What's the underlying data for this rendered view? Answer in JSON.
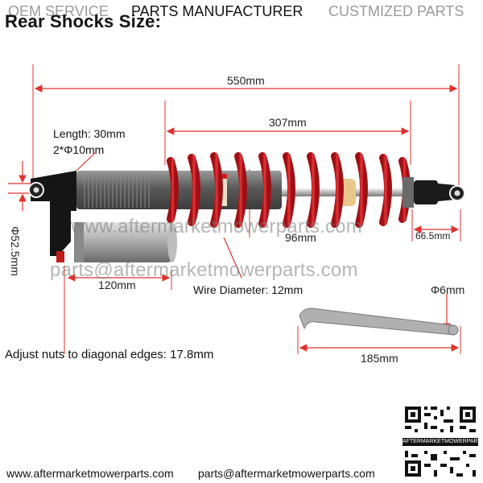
{
  "header": {
    "item1": "OEM SERVICE",
    "item2": "PARTS MANUFACTURER",
    "item3": "CUSTMIZED PARTS"
  },
  "title": "Rear Shocks Size:",
  "dimensions": {
    "overall_length": "550mm",
    "spring_length": "307mm",
    "length_note": "Length: 30mm",
    "bolt_holes": "2*Φ10mm",
    "reservoir_diameter": "Φ52.5mm",
    "reservoir_length": "120mm",
    "spring_diameter": "96mm",
    "end_length": "66.5mm",
    "wire_diameter": "Wire Diameter: 12mm",
    "wrench_pin": "Φ6mm",
    "wrench_length": "185mm",
    "adjust_nuts": "Adjust nuts to diagonal edges: 17.8mm"
  },
  "watermark": {
    "line1": "www.aftermarketmowerparts.com",
    "line2": "parts@aftermarketmowerparts.com"
  },
  "qr": {
    "caption": "AFTERMARKETMOWERPARTS"
  },
  "footer": {
    "website": "www.aftermarketmowerparts.com",
    "email": "parts@aftermarketmowerparts.com"
  },
  "colors": {
    "dimension_red": "#e0312c",
    "spring_red": "#d11e22",
    "body_gray": "#6e6e6e"
  }
}
